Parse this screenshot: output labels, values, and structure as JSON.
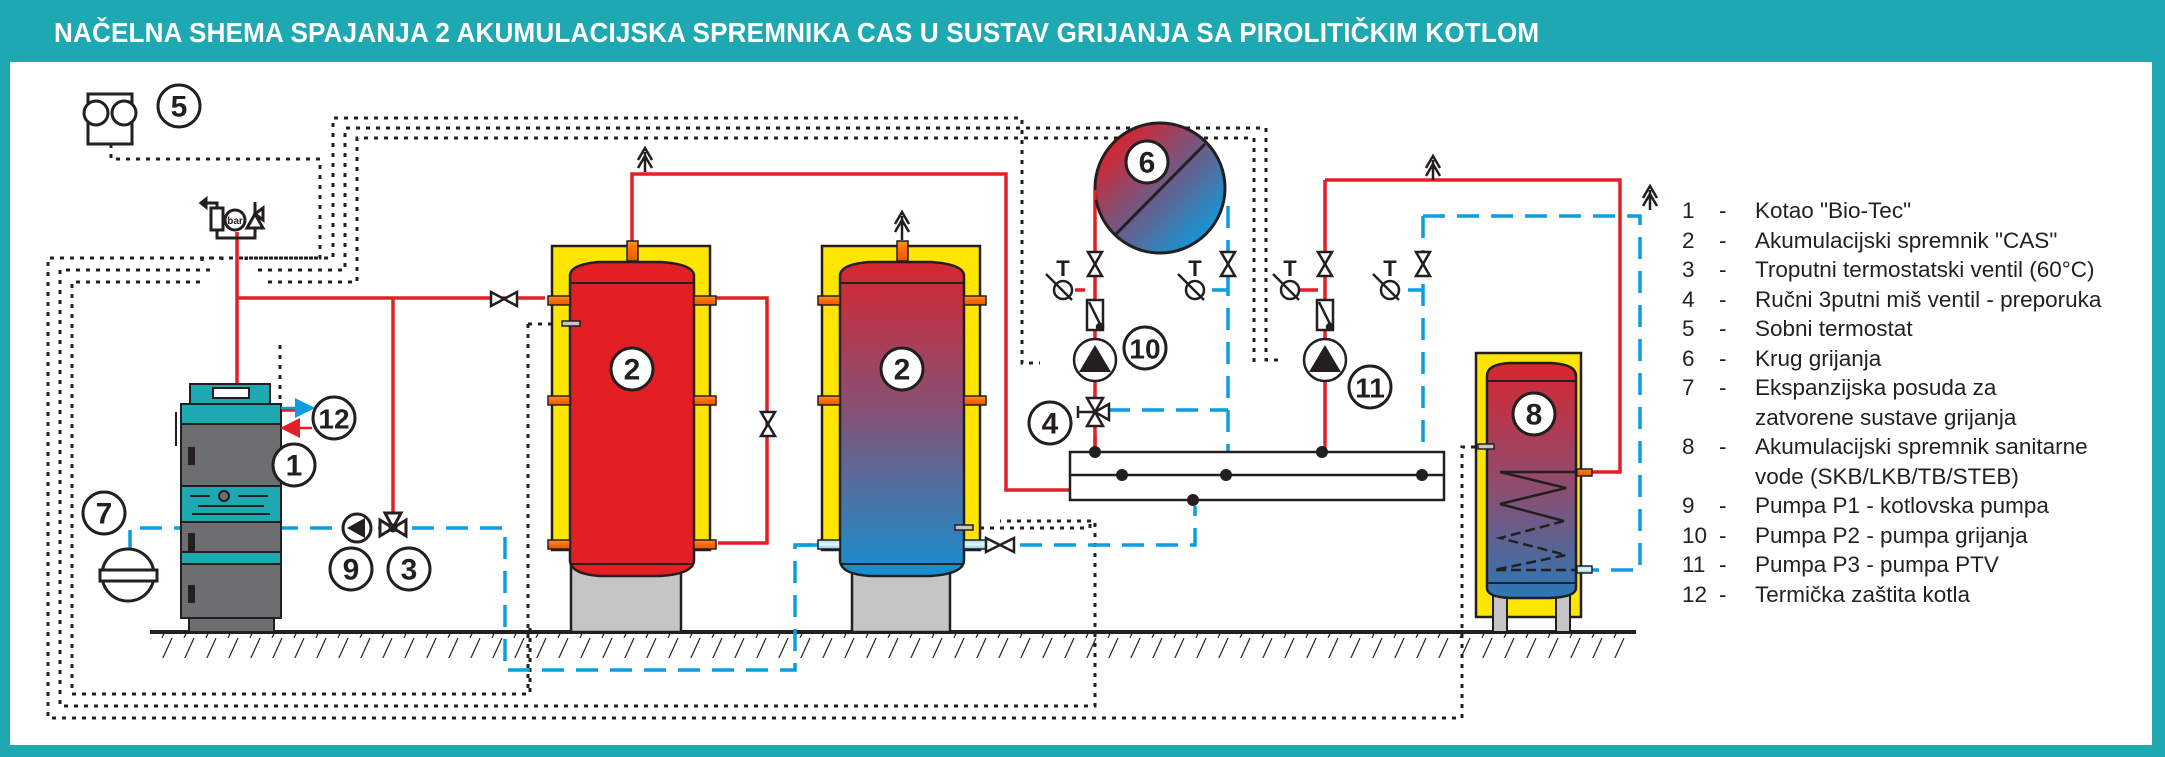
{
  "header": {
    "title": "NAČELNA SHEMA SPAJANJA 2 AKUMULACIJSKA SPREMNIKA CAS U SUSTAV GRIJANJA SA PIROLITIČKIM KOTLOM"
  },
  "colors": {
    "frame": "#1ea8b2",
    "hot_pipe": "#e31e24",
    "cold_pipe": "#0a9ee0",
    "control_line": "#231f20",
    "insulation": "#ffe500",
    "boiler_body": "#6d6e70",
    "boiler_accent": "#1ea8b2",
    "tank_stand": "#c4c5c4"
  },
  "markers": {
    "boiler": "1",
    "buffer_tank_a": "2",
    "buffer_tank_b": "2",
    "thermostatic_valve": "3",
    "mixing_valve": "4",
    "room_thermostat": "5",
    "heating_circuit": "6",
    "expansion_vessel": "7",
    "dhw_tank": "8",
    "pump_p1": "9",
    "pump_p2": "10",
    "pump_p3": "11",
    "thermal_protection": "12"
  },
  "symbols": {
    "pressure_gauge_label": "bar",
    "thermometer_label": "T"
  },
  "legend": [
    {
      "num": "1",
      "dash": "-",
      "text": "Kotao \"Bio-Tec\""
    },
    {
      "num": "2",
      "dash": "-",
      "text": "Akumulacijski spremnik \"CAS\""
    },
    {
      "num": "3",
      "dash": "-",
      "text": "Troputni termostatski ventil (60°C)"
    },
    {
      "num": "4",
      "dash": "-",
      "text": "Ručni 3putni miš ventil - preporuka"
    },
    {
      "num": "5",
      "dash": "-",
      "text": "Sobni termostat"
    },
    {
      "num": "6",
      "dash": "-",
      "text": "Krug grijanja"
    },
    {
      "num": "7",
      "dash": "-",
      "text": "Ekspanzijska posuda za",
      "cont": "zatvorene sustave grijanja"
    },
    {
      "num": "8",
      "dash": "-",
      "text": "Akumulacijski spremnik sanitarne",
      "cont": "vode (SKB/LKB/TB/STEB)"
    },
    {
      "num": "9",
      "dash": "-",
      "text": "Pumpa P1 - kotlovska pumpa"
    },
    {
      "num": "10",
      "dash": "-",
      "text": "Pumpa P2 - pumpa grijanja"
    },
    {
      "num": "11",
      "dash": "-",
      "text": "Pumpa P3 - pumpa PTV"
    },
    {
      "num": "12",
      "dash": "-",
      "text": "Termička zaštita kotla"
    }
  ]
}
